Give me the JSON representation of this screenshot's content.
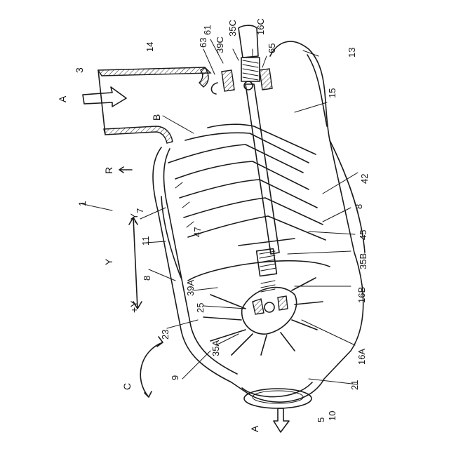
{
  "figure": {
    "labels": {
      "n3": "3",
      "n14": "14",
      "n13": "13",
      "n63": "63",
      "n61": "61",
      "n35C": "35C",
      "n16C": "16C",
      "n39C": "39C",
      "n65": "65",
      "n15": "15",
      "nA_top": "A",
      "nB": "B",
      "nR": "R",
      "n42": "42",
      "n1": "1",
      "n7": "7",
      "n8_top": "8",
      "n_Y_neg": "-Y",
      "n11": "11",
      "n47": "47",
      "n45": "45",
      "nY": "Y",
      "n35B": "35B",
      "n8_mid": "8",
      "n39A": "39A",
      "n_Y_pos": "+Y",
      "n16B": "16B",
      "n25": "25",
      "n23": "23",
      "n35A": "35A",
      "n16A": "16A",
      "nC": "C",
      "n9": "9",
      "n21": "21",
      "n10": "10",
      "n5": "5",
      "nA_bottom": "A"
    }
  }
}
